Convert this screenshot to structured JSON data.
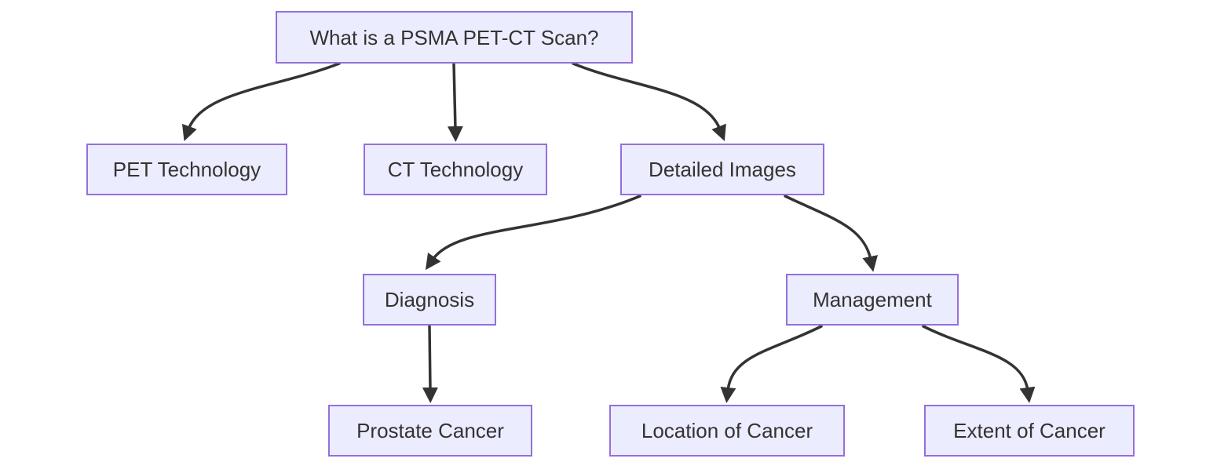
{
  "diagram": {
    "type": "flowchart",
    "direction": "top-down",
    "background_color": "#ffffff",
    "node_fill_color": "#ECECFF",
    "node_border_color": "#9370DB",
    "node_text_color": "#333333",
    "edge_color": "#333333"
  },
  "nodes": {
    "root": {
      "label": "What is a PSMA PET-CT Scan?"
    },
    "pet": {
      "label": "PET Technology"
    },
    "ct": {
      "label": "CT Technology"
    },
    "detailed": {
      "label": "Detailed Images"
    },
    "diagnosis": {
      "label": "Diagnosis"
    },
    "management": {
      "label": "Management"
    },
    "prostate": {
      "label": "Prostate Cancer"
    },
    "location": {
      "label": "Location of Cancer"
    },
    "extent": {
      "label": "Extent of Cancer"
    }
  },
  "edges": [
    {
      "from": "What is a PSMA PET-CT Scan?",
      "to": "PET Technology"
    },
    {
      "from": "What is a PSMA PET-CT Scan?",
      "to": "CT Technology"
    },
    {
      "from": "What is a PSMA PET-CT Scan?",
      "to": "Detailed Images"
    },
    {
      "from": "Detailed Images",
      "to": "Diagnosis"
    },
    {
      "from": "Detailed Images",
      "to": "Management"
    },
    {
      "from": "Diagnosis",
      "to": "Prostate Cancer"
    },
    {
      "from": "Management",
      "to": "Location of Cancer"
    },
    {
      "from": "Management",
      "to": "Extent of Cancer"
    }
  ]
}
